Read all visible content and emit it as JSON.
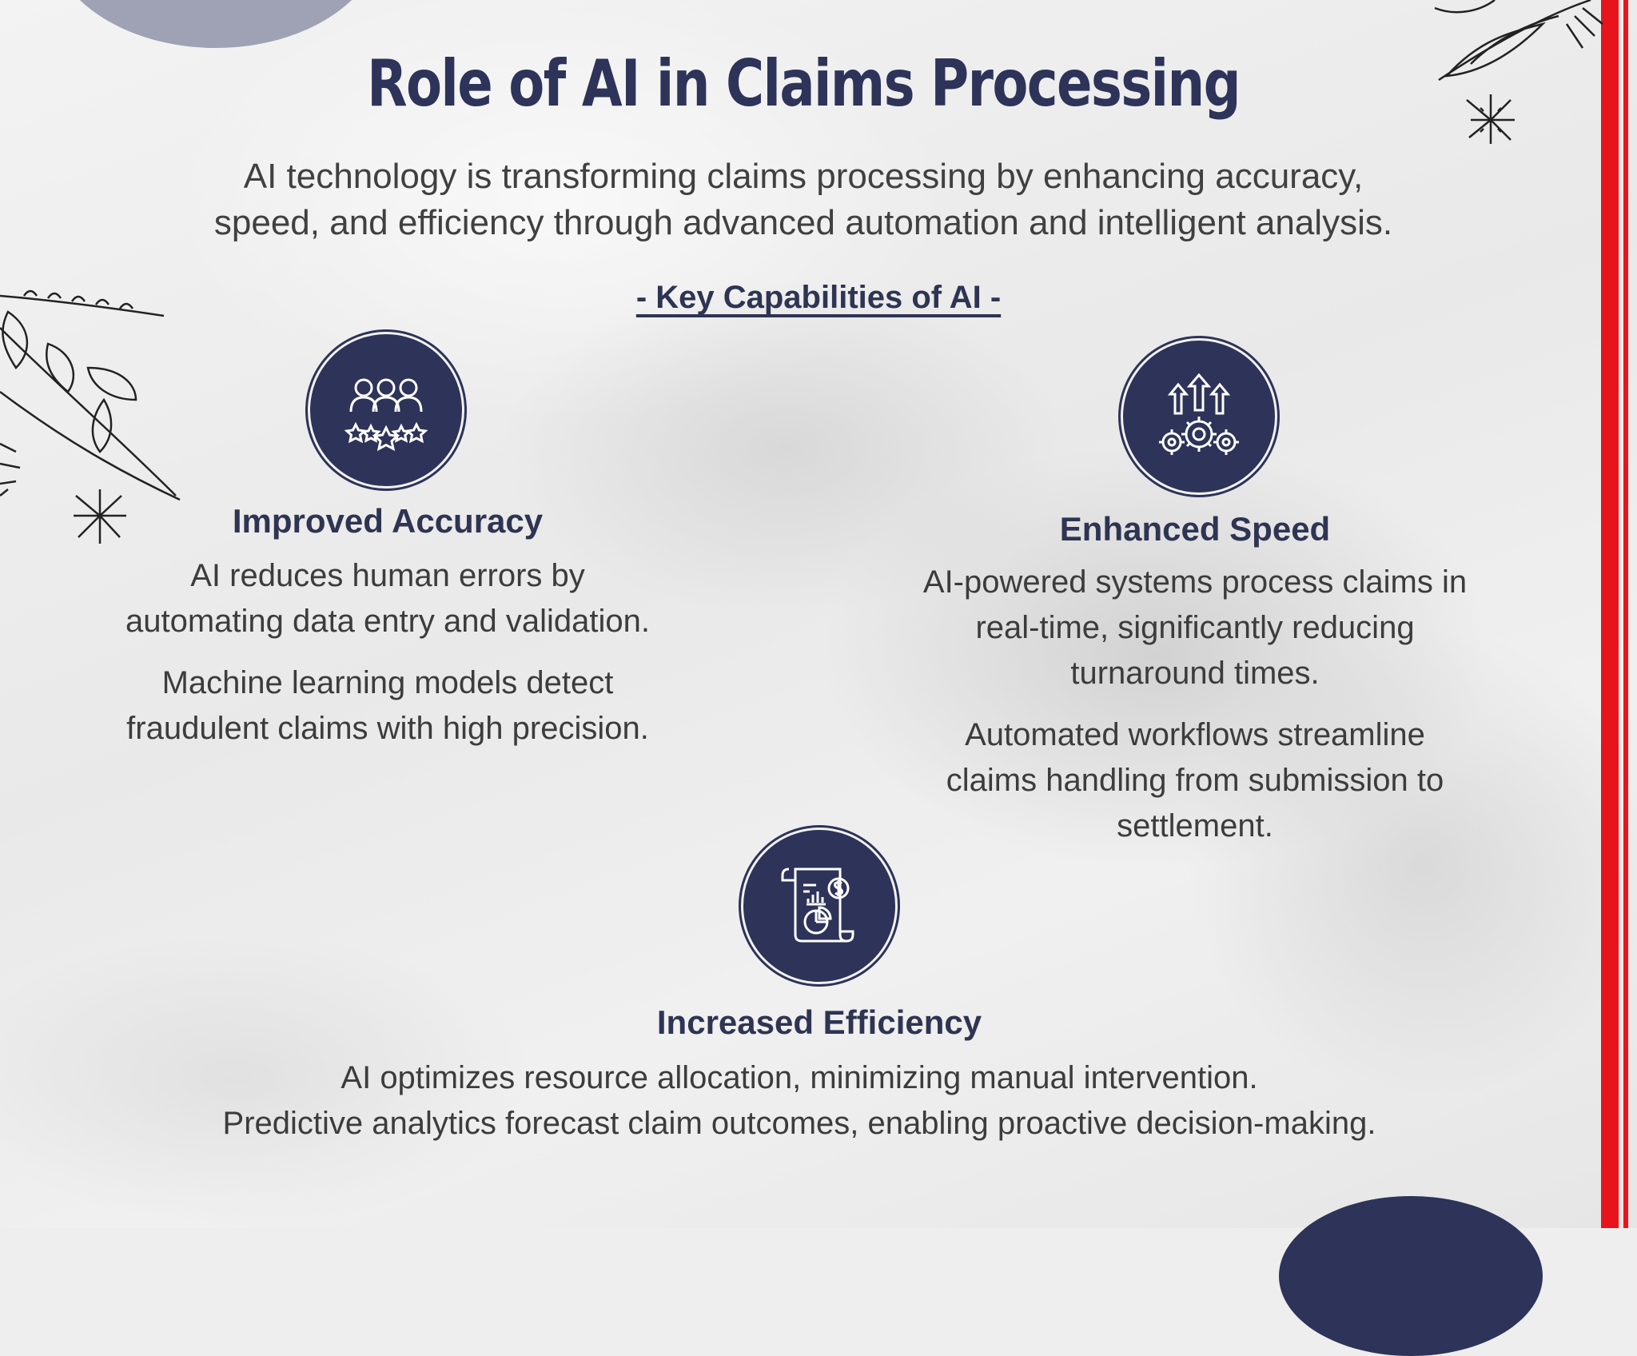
{
  "header": {
    "title": "Role of AI in Claims Processing",
    "subtitle_line1": "AI technology is transforming claims processing by enhancing accuracy,",
    "subtitle_line2": "speed, and efficiency through advanced automation and intelligent analysis."
  },
  "section_heading": "- Key Capabilities of AI -",
  "capabilities": [
    {
      "icon": "people-rating-icon",
      "title": "Improved Accuracy",
      "paragraph1_line1": "AI reduces human errors by",
      "paragraph1_line2": "automating data entry and validation.",
      "paragraph2_line1": "Machine learning models detect",
      "paragraph2_line2": "fraudulent claims with high precision."
    },
    {
      "icon": "gears-arrows-icon",
      "title": "Enhanced Speed",
      "paragraph1_line1": "AI-powered systems process claims in",
      "paragraph1_line2": "real-time, significantly reducing",
      "paragraph1_line3": "turnaround times.",
      "paragraph2_line1": "Automated workflows streamline",
      "paragraph2_line2": "claims handling from submission to",
      "paragraph2_line3": "settlement."
    },
    {
      "icon": "financial-report-icon",
      "title": "Increased Efficiency",
      "line1": "AI optimizes resource allocation, minimizing manual intervention.",
      "line2": "Predictive analytics forecast claim outcomes, enabling proactive decision-making."
    }
  ],
  "colors": {
    "navy": "#2d3359",
    "accent_red": "#e8141b",
    "background": "#eeeeee"
  }
}
